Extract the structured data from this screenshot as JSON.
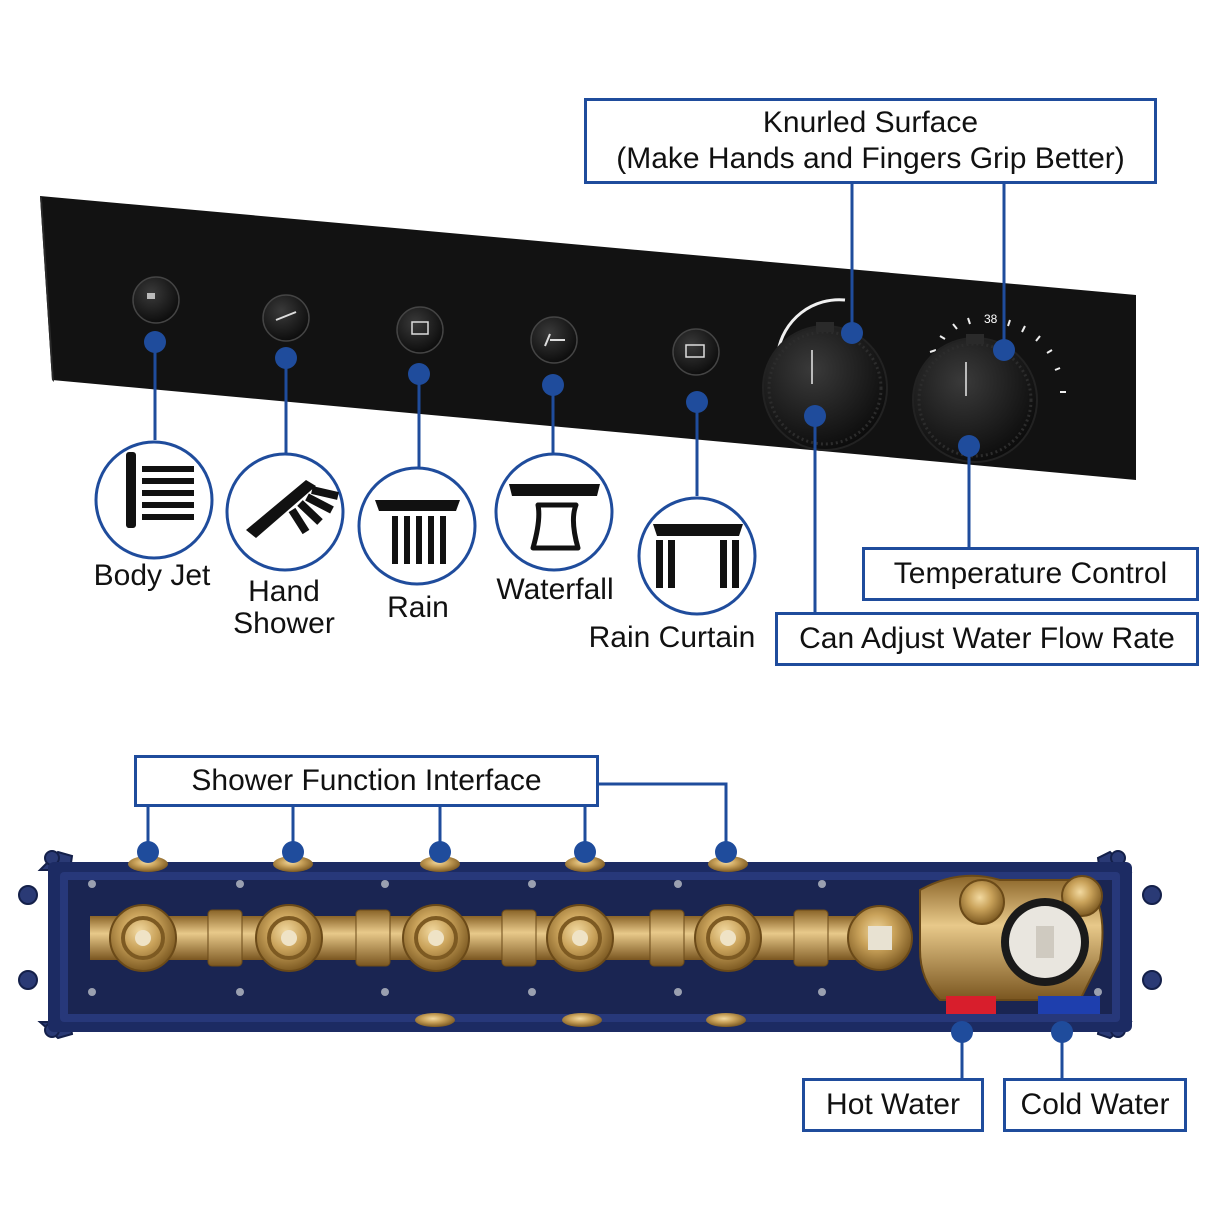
{
  "callouts": {
    "knurled_line1": "Knurled Surface",
    "knurled_line2": "(Make Hands and Fingers Grip Better)",
    "temperature": "Temperature Control",
    "flow": "Can Adjust Water Flow Rate",
    "interface": "Shower Function Interface",
    "hot": "Hot Water",
    "cold": "Cold Water"
  },
  "functions": [
    {
      "label": "Body Jet",
      "icon": "body-jet-icon"
    },
    {
      "label_line1": "Hand",
      "label_line2": "Shower",
      "icon": "hand-shower-icon"
    },
    {
      "label": "Rain",
      "icon": "rain-icon"
    },
    {
      "label": "Waterfall",
      "icon": "waterfall-icon"
    },
    {
      "label": "Rain Curtain",
      "icon": "rain-curtain-icon"
    }
  ],
  "dial": {
    "temp_mark": "38"
  },
  "colors": {
    "accent": "#1f4c9c",
    "panel": "#111111",
    "brass": "#c9a25a",
    "hot": "#d81e2c",
    "cold": "#1e3fae"
  }
}
